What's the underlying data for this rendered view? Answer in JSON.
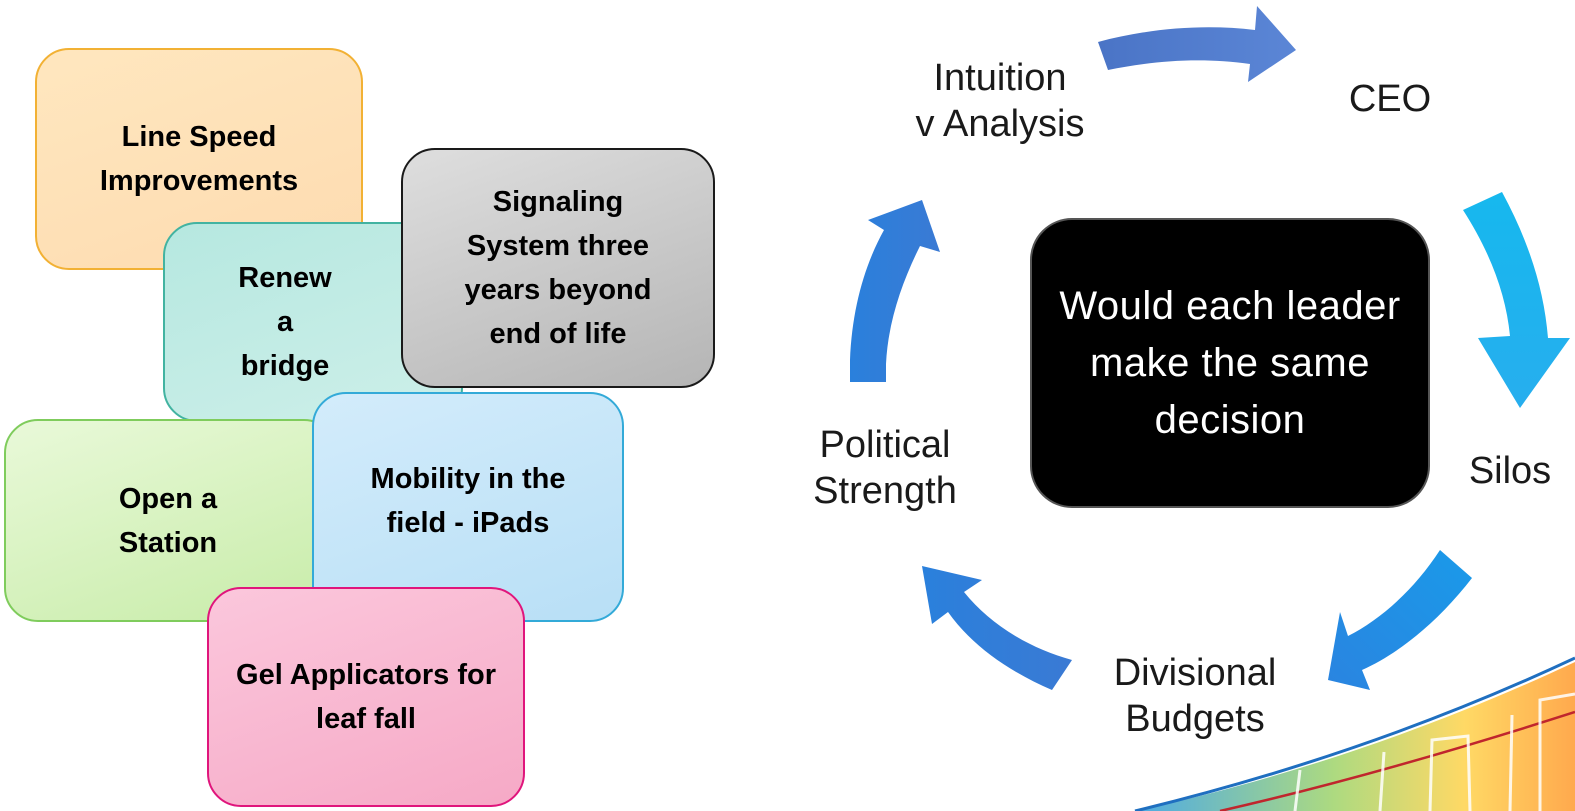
{
  "left_cards": {
    "line_speed": "Line Speed Improvements",
    "renew_bridge": "Renew a bridge",
    "signaling": "Signaling System three years beyond end of life",
    "open_station": "Open a Station",
    "mobility": "Mobility in the field - iPads",
    "gel_applicators": "Gel Applicators for leaf fall"
  },
  "cycle": {
    "center_text": "Would each leader make the same decision",
    "intuition_line1": "Intuition",
    "intuition_line2": "v Analysis",
    "ceo": "CEO",
    "silos": "Silos",
    "divisional_line1": "Divisional",
    "divisional_line2": "Budgets",
    "political_line1": "Political",
    "political_line2": "Strength"
  },
  "colors": {
    "arrow_top": "#4f79c9",
    "arrow_right": "#16b4ec",
    "arrow_bottom": "#1f8ee6",
    "arrow_left": "#2f7fd8"
  }
}
